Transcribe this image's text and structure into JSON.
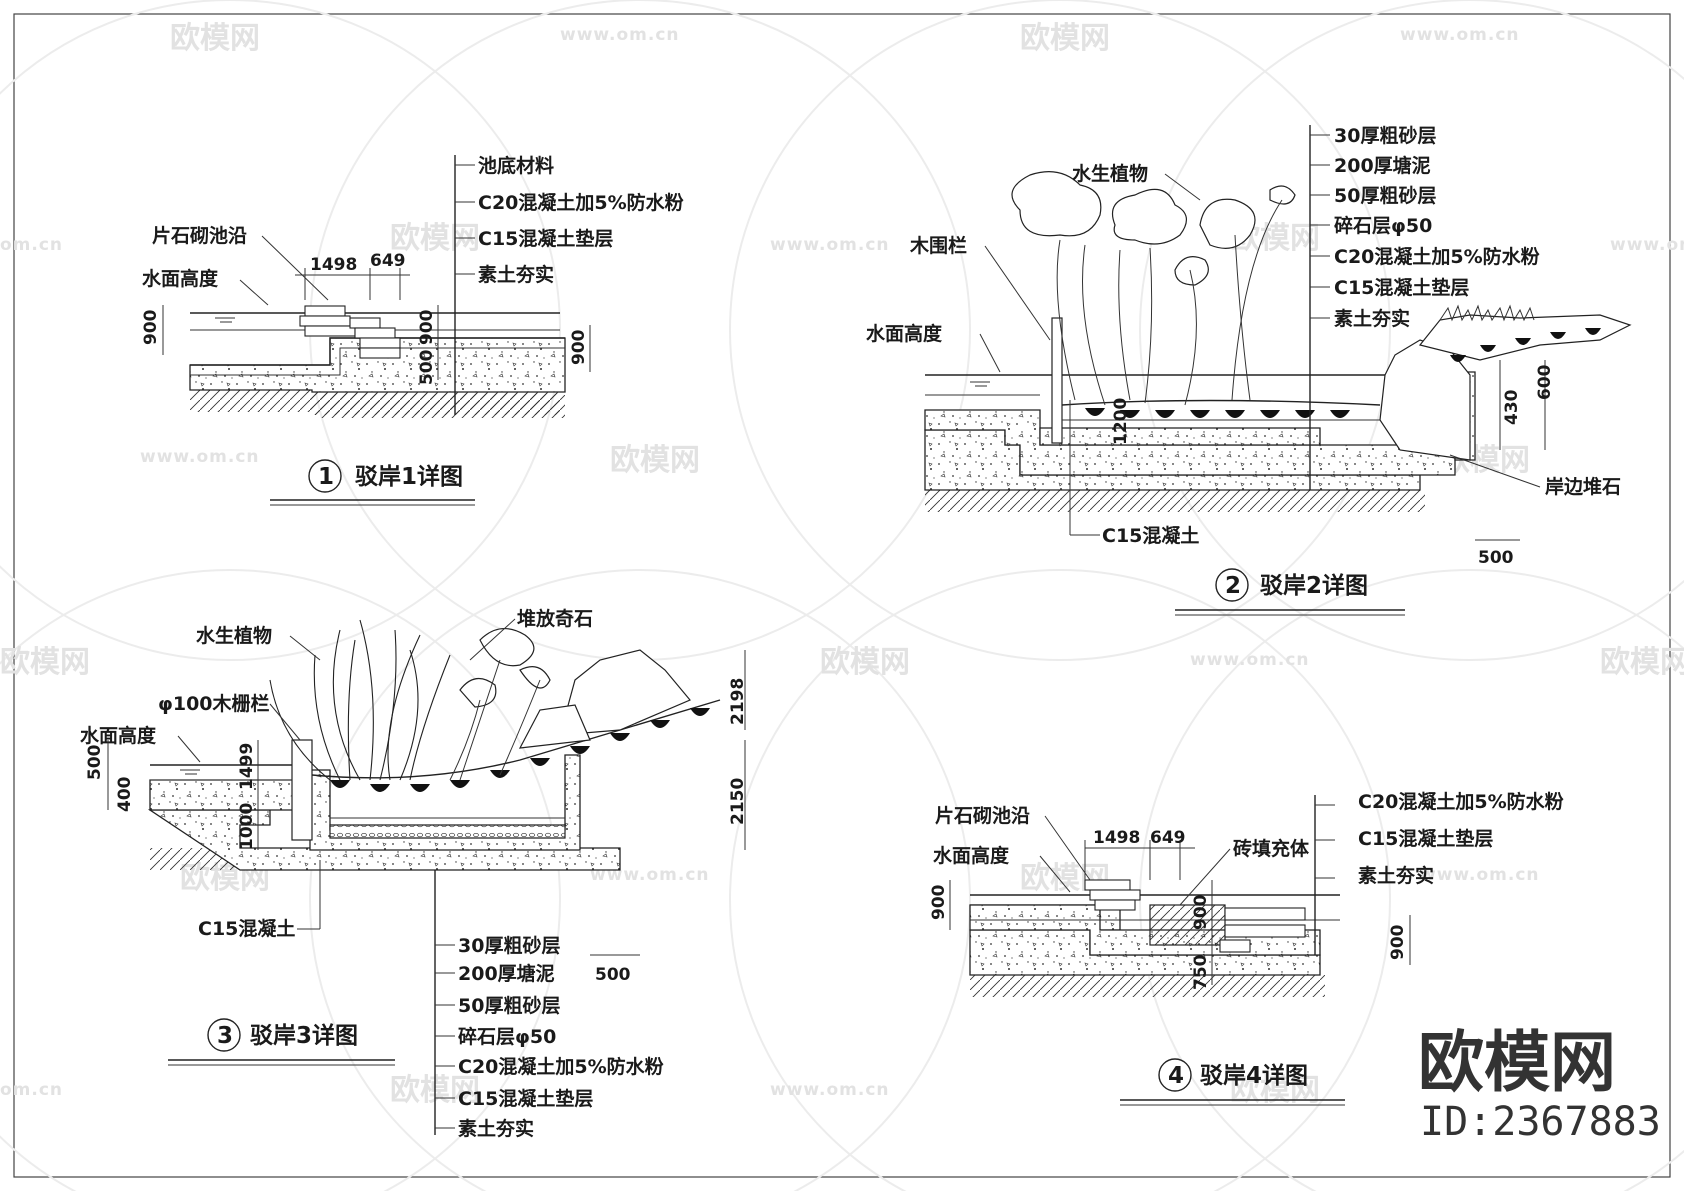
{
  "watermarks": {
    "brand": "欧模网",
    "url": "www.om.cn",
    "url_short": "om.cn",
    "brand_partial": "欧模网"
  },
  "logo": {
    "brand": "欧模网",
    "id": "ID:2367883"
  },
  "detail1": {
    "title_number": "1",
    "title": "驳岸1详图",
    "labels": [
      "池底材料",
      "C20混凝土加5%防水粉",
      "C15混凝土垫层",
      "素土夯实"
    ],
    "label_edge": "片石砌池沿",
    "label_water": "水面高度",
    "dims": [
      "1498",
      "649",
      "900",
      "900",
      "500",
      "900"
    ]
  },
  "detail2": {
    "title_number": "2",
    "title": "驳岸2详图",
    "labels": [
      "30厚粗砂层",
      "200厚塘泥",
      "50厚粗砂层",
      "碎石层φ50",
      "C20混凝土加5%防水粉",
      "C15混凝土垫层",
      "素土夯实"
    ],
    "label_plant": "水生植物",
    "label_fence": "木围栏",
    "label_water": "水面高度",
    "label_stone": "岸边堆石",
    "label_c15": "C15混凝土",
    "dims": [
      "1200",
      "430",
      "600",
      "500"
    ]
  },
  "detail3": {
    "title_number": "3",
    "title": "驳岸3详图",
    "labels": [
      "30厚粗砂层",
      "200厚塘泥",
      "50厚粗砂层",
      "碎石层φ50",
      "C20混凝土加5%防水粉",
      "C15混凝土垫层",
      "素土夯实"
    ],
    "label_plant": "水生植物",
    "label_stone": "堆放奇石",
    "label_fence": "φ100木栅栏",
    "label_water": "水面高度",
    "label_c15": "C15混凝土",
    "dims": [
      "500",
      "400",
      "1499",
      "1000",
      "2198",
      "2150",
      "500"
    ]
  },
  "detail4": {
    "title_number": "4",
    "title": "驳岸4详图",
    "labels": [
      "C20混凝土加5%防水粉",
      "C15混凝土垫层",
      "素土夯实"
    ],
    "label_edge": "片石砌池沿",
    "label_water": "水面高度",
    "label_brick": "砖填充体",
    "dims": [
      "1498",
      "649",
      "900",
      "900",
      "750",
      "900"
    ]
  }
}
